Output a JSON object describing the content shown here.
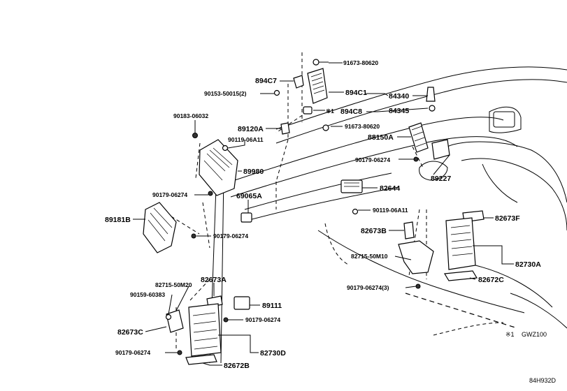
{
  "labels": {
    "p91673_80620_top": "91673-80620",
    "p894C7": "894C7",
    "p90153_50015": "90153-50015(2)",
    "p894C1": "894C1",
    "p84340": "84340",
    "p894C8": "894C8",
    "p84345": "84345",
    "p90183_06032": "90183-06032",
    "p89120A": "89120A",
    "p91673_80620_mid": "91673-80620",
    "p90119_06A11_top": "90119-06A11",
    "p88150A": "88150A",
    "p90179_06274_r1": "90179-06274",
    "p89980": "89980",
    "p89227": "89227",
    "p82644": "82644",
    "p90179_06274_l1": "90179-06274",
    "p69065A": "69065A",
    "p90119_06A11_mid": "90119-06A11",
    "p89181B": "89181B",
    "p82673F": "82673F",
    "p82673B": "82673B",
    "p90179_06274_l2": "90179-06274",
    "p82715_50M10": "82715-50M10",
    "p82730A": "82730A",
    "p82673A": "82673A",
    "p82715_50M20": "82715-50M20",
    "p90179_06274_3": "90179-06274(3)",
    "p82672C": "82672C",
    "p90159_60383": "90159-60383",
    "p89111": "89111",
    "p90179_06274_b": "90179-06274",
    "p82673C": "82673C",
    "p90179_06274_bl": "90179-06274",
    "p82730D": "82730D",
    "p82672B": "82672B"
  },
  "notes": {
    "mark_894C8": "※1",
    "footnote_mark": "※1",
    "footnote_text": "GWZ100",
    "drawing_id": "84H932D"
  }
}
